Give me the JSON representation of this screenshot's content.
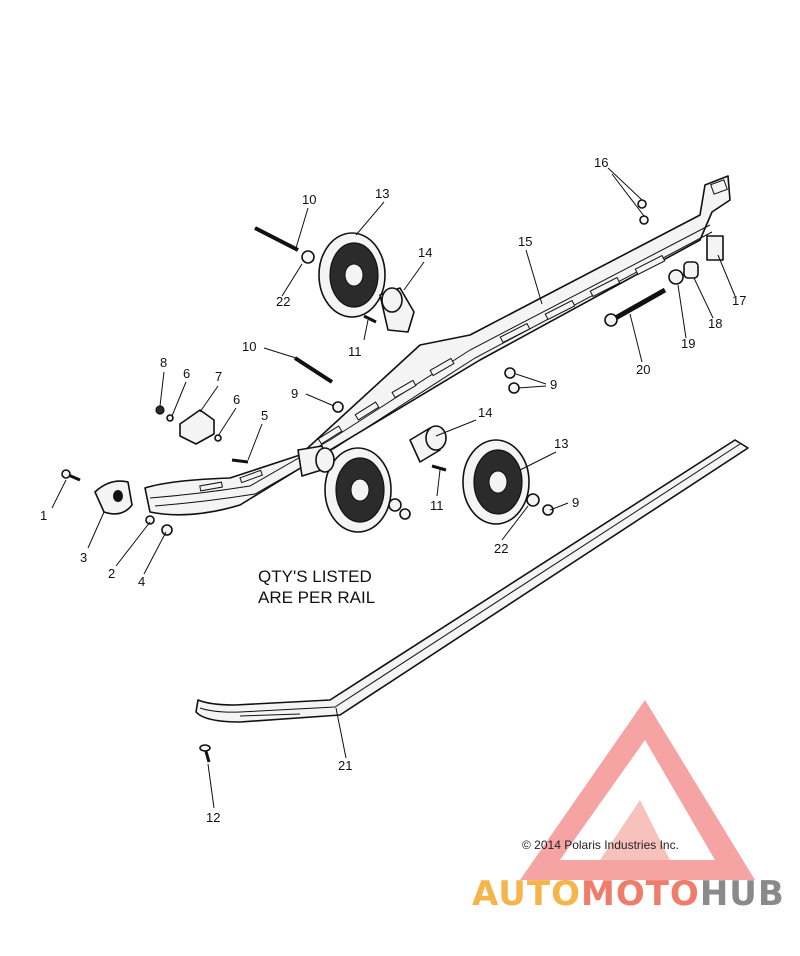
{
  "note": {
    "line1": "QTY'S LISTED",
    "line2": "ARE PER RAIL"
  },
  "copyright": "© 2014 Polaris Industries Inc.",
  "watermark": {
    "brand_parts": [
      "AUTO",
      "MOTO",
      "HUB"
    ],
    "colors": {
      "auto": "#f5b54a",
      "moto": "#f07c6c",
      "hub": "#8a8a8a",
      "triangle": "#ef6f6f"
    }
  },
  "callouts": {
    "c1": "1",
    "c2": "2",
    "c3": "3",
    "c4": "4",
    "c5": "5",
    "c6a": "6",
    "c6b": "6",
    "c7": "7",
    "c8": "8",
    "c9a": "9",
    "c9b": "9",
    "c9c": "9",
    "c10a": "10",
    "c10b": "10",
    "c11a": "11",
    "c11b": "11",
    "c12": "12",
    "c13a": "13",
    "c13b": "13",
    "c14a": "14",
    "c14b": "14",
    "c15": "15",
    "c16": "16",
    "c17": "17",
    "c18": "18",
    "c19": "19",
    "c20": "20",
    "c21": "21",
    "c22a": "22",
    "c22b": "22"
  }
}
